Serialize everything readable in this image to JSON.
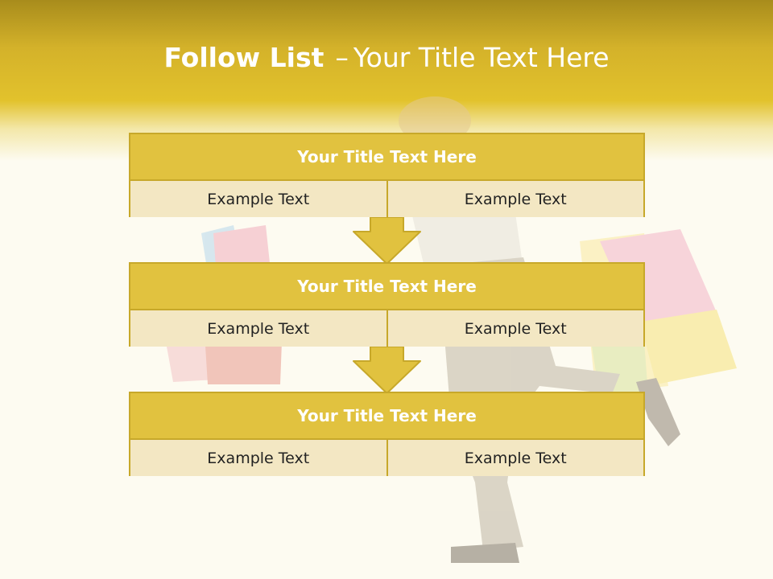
{
  "slide": {
    "title_bold": "Follow List",
    "title_separator": "–",
    "title_rest": "Your Title Text Here",
    "colors": {
      "header_gold": "#e2c22c",
      "card_head": "#e1c23f",
      "card_row": "#f3e7c3",
      "border": "#c7a82a"
    },
    "cards": [
      {
        "heading": "Your Title Text Here",
        "left": "Example Text",
        "right": "Example Text"
      },
      {
        "heading": "Your Title Text Here",
        "left": "Example Text",
        "right": "Example Text"
      },
      {
        "heading": "Your Title Text Here",
        "left": "Example Text",
        "right": "Example Text"
      }
    ]
  }
}
